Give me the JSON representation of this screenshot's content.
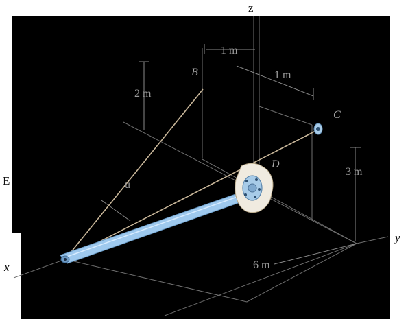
{
  "axes": {
    "z": "z",
    "y": "y",
    "x": "x"
  },
  "points": {
    "B": "B",
    "C": "C",
    "D": "D"
  },
  "dimensions": {
    "top_left": "1 m",
    "top_right": "1 m",
    "vertical_B": "2 m",
    "vertical_C": "3 m",
    "floor": "6 m",
    "diag": "u"
  },
  "edge_label": "E",
  "colors": {
    "background": "#000000",
    "pole": "#9ec9ee",
    "cable": "#c9b79a",
    "plate": "#f0ebe0"
  }
}
